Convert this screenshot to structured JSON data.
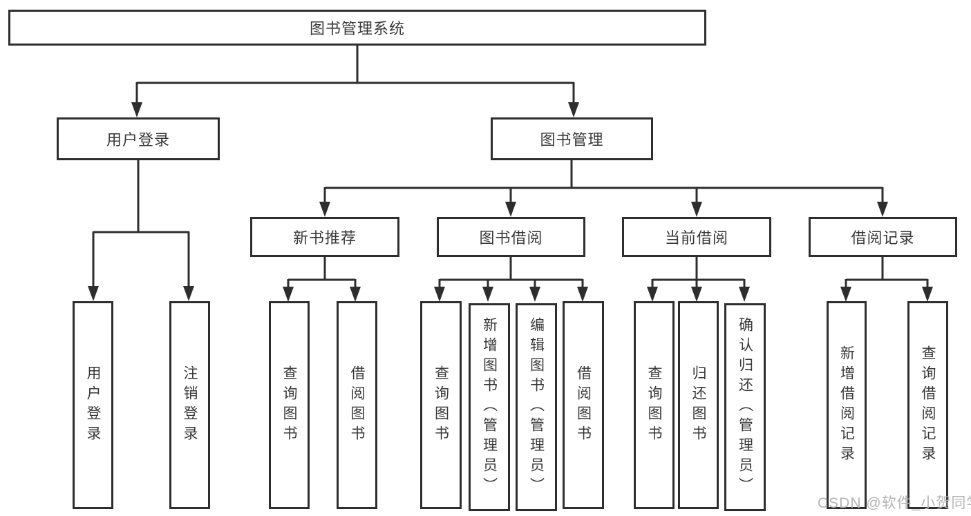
{
  "diagram": {
    "title": "图书管理系统",
    "type": "hierarchy-tree",
    "tree": {
      "root": {
        "label": "图书管理系统"
      },
      "branches": [
        {
          "label": "用户登录",
          "children": [
            {
              "label": "用户登录"
            },
            {
              "label": "注销登录"
            }
          ]
        },
        {
          "label": "图书管理",
          "children": [
            {
              "label": "新书推荐",
              "children": [
                {
                  "label": "查询图书"
                },
                {
                  "label": "借阅图书"
                }
              ]
            },
            {
              "label": "图书借阅",
              "children": [
                {
                  "label": "查询图书"
                },
                {
                  "label": "新增图书（管理员）"
                },
                {
                  "label": "编辑图书（管理员）"
                },
                {
                  "label": "借阅图书"
                }
              ]
            },
            {
              "label": "当前借阅",
              "children": [
                {
                  "label": "查询图书"
                },
                {
                  "label": "归还图书"
                },
                {
                  "label": "确认归还（管理员）"
                }
              ]
            },
            {
              "label": "借阅记录",
              "children": [
                {
                  "label": "新增借阅记录"
                },
                {
                  "label": "查询借阅记录"
                }
              ]
            }
          ]
        }
      ]
    }
  },
  "watermark": {
    "text": "CSDN @软件_小贺同学"
  },
  "colors": {
    "line": "#2e2e2e",
    "text": "#383838",
    "watermark": "#b4b4b4",
    "background": "#ffffff"
  }
}
